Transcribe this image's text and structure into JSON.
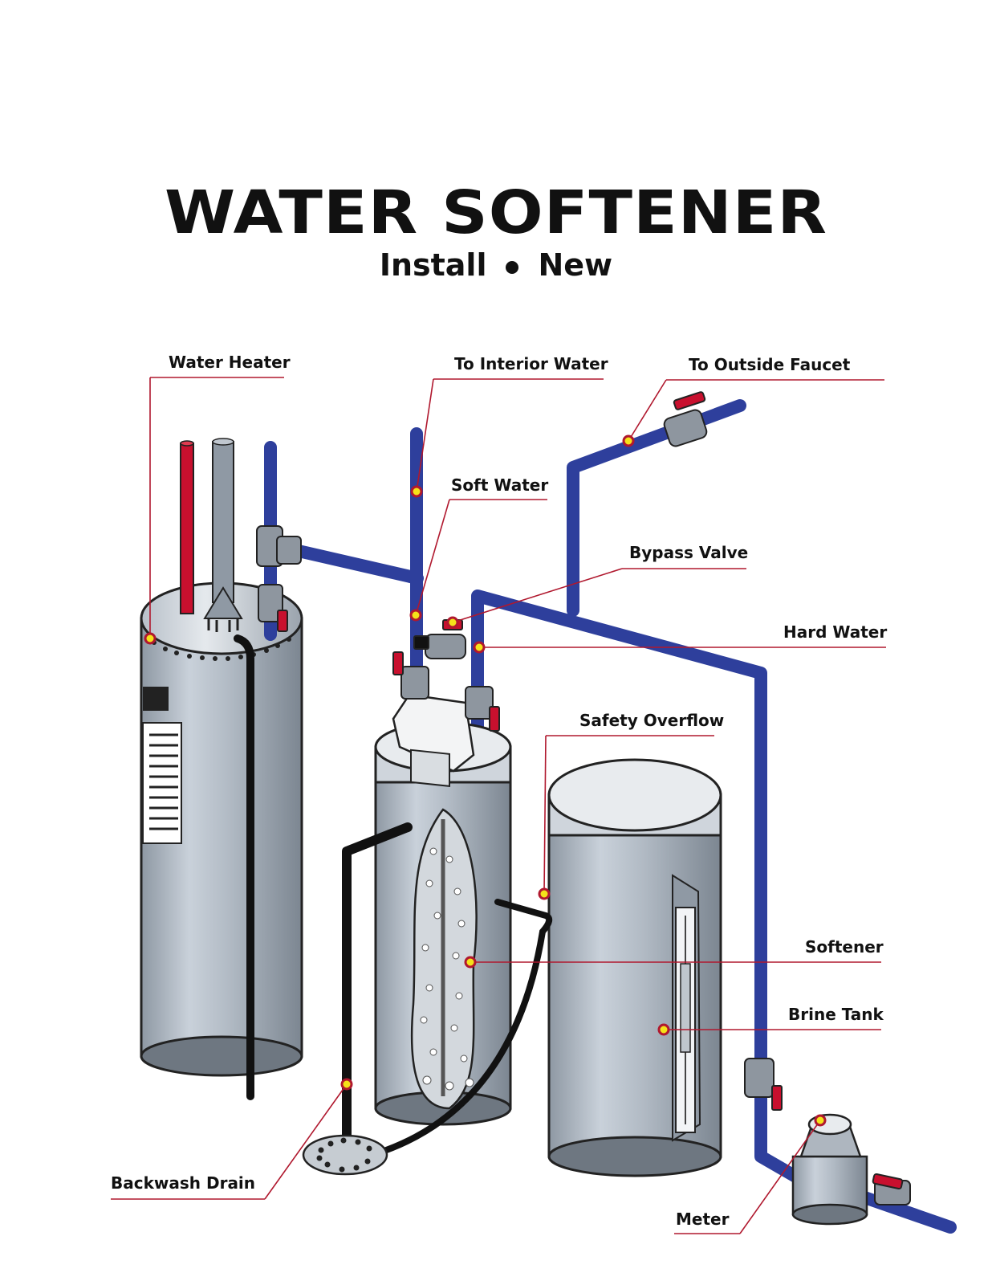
{
  "header": {
    "title": "WATER SOFTENER",
    "subtitle_left": "Install",
    "subtitle_right": "New"
  },
  "labels": {
    "water_heater": "Water Heater",
    "to_interior_water": "To Interior Water",
    "to_outside_faucet": "To Outside Faucet",
    "soft_water": "Soft Water",
    "bypass_valve": "Bypass Valve",
    "hard_water": "Hard Water",
    "safety_overflow": "Safety Overflow",
    "softener": "Softener",
    "brine_tank": "Brine Tank",
    "backwash_drain": "Backwash Drain",
    "meter": "Meter"
  },
  "colors": {
    "pipe_blue": "#2e3f9c",
    "pipe_red": "#c8102e",
    "leader_line": "#b0182e",
    "marker_fill": "#f5e21a",
    "tank_gray": "#aab4bf",
    "drain_black": "#111111"
  }
}
